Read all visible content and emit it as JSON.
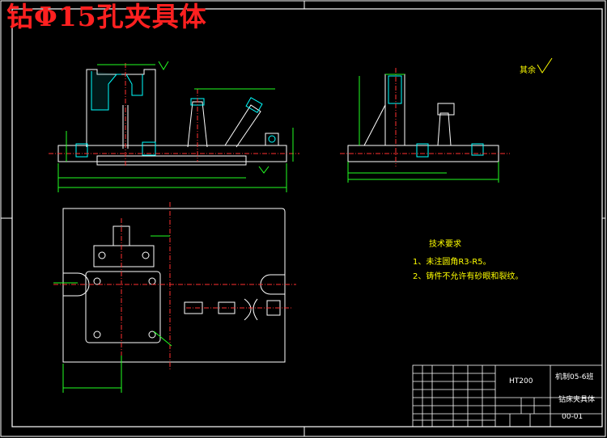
{
  "title": "钻Φ15孔夹具体",
  "roughness_note": "其余",
  "tech_requirements": {
    "heading": "技术要求",
    "items": [
      "1、未注圆角R3-R5。",
      "2、铸件不允许有砂眼和裂纹。"
    ]
  },
  "title_block": {
    "material": "HT200",
    "class_label": "机制05-6班",
    "drawing_name": "钻床夹具体",
    "drawing_number": "00-01"
  }
}
